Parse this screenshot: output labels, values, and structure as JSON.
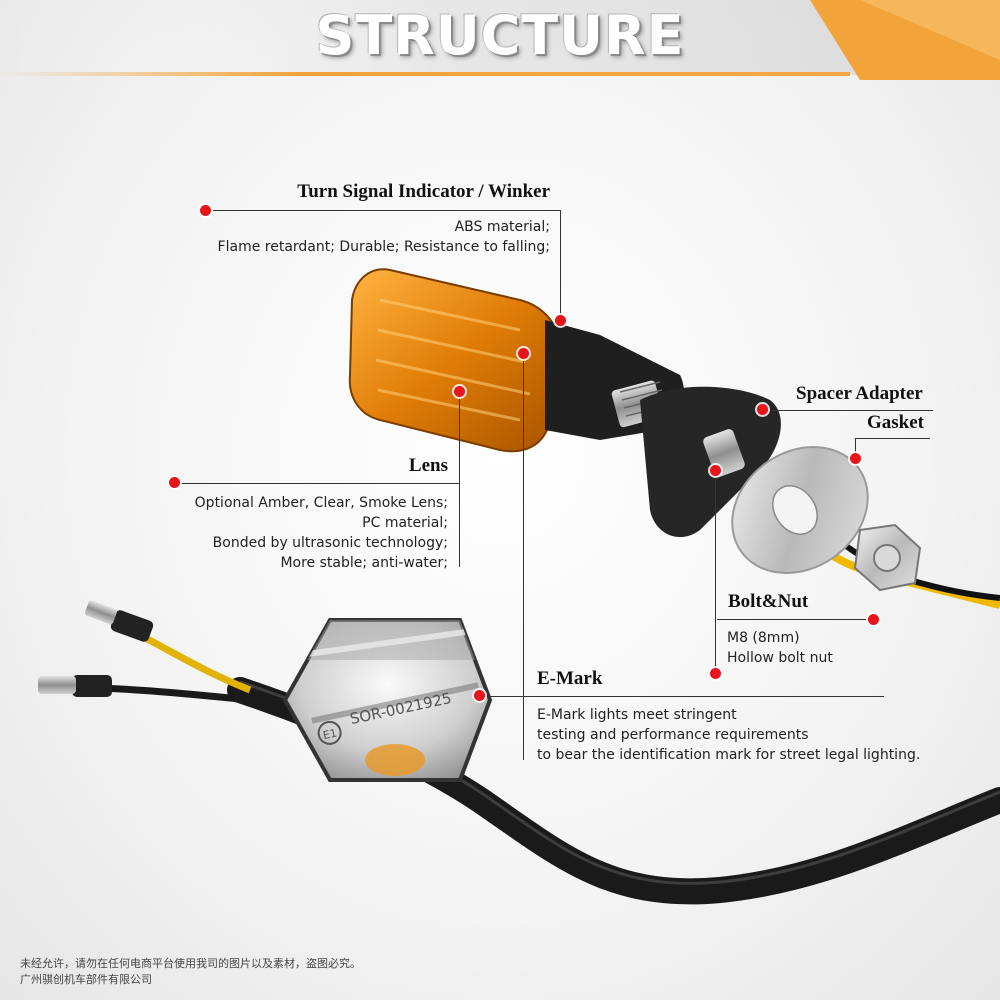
{
  "title": "STRUCTURE",
  "colors": {
    "accent": "#f2a33a",
    "marker": "#e8141c",
    "amber": "#e8920e"
  },
  "callouts": {
    "turn_signal": {
      "header": "Turn Signal Indicator / Winker",
      "lines": [
        "ABS material;",
        "Flame retardant; Durable; Resistance to falling;"
      ]
    },
    "lens": {
      "header": "Lens",
      "lines": [
        "Optional Amber, Clear, Smoke Lens;",
        "PC material;",
        "Bonded by ultrasonic technology;",
        "More stable; anti-water;"
      ]
    },
    "spacer": {
      "header": "Spacer Adapter"
    },
    "gasket": {
      "header": "Gasket"
    },
    "bolt_nut": {
      "header": "Bolt&Nut",
      "lines": [
        "M8 (8mm)",
        "Hollow bolt nut"
      ]
    },
    "emark": {
      "header": "E-Mark",
      "lines": [
        "E-Mark lights meet stringent",
        "testing and performance requirements",
        "to bear the identification mark for street legal lighting."
      ]
    }
  },
  "inset_label": {
    "mark": "E1",
    "code": "SOR-0021925"
  },
  "footer": [
    "未经允许，请勿在任何电商平台使用我司的图片以及素材，盗图必究。",
    "广州骐创机车部件有限公司"
  ]
}
